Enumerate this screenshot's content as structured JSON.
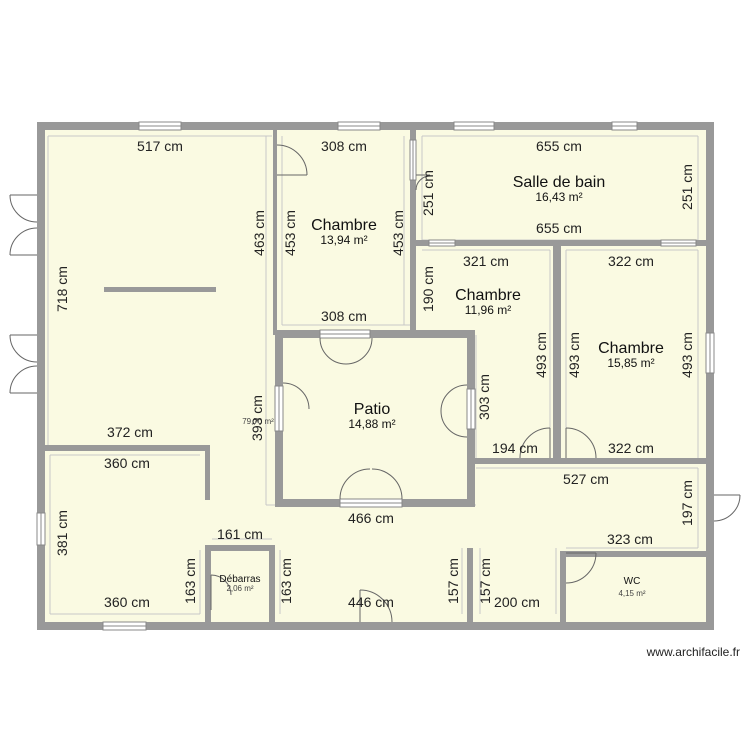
{
  "rooms": {
    "main": {
      "area": "79,70 m²"
    },
    "chambre1": {
      "name": "Chambre",
      "area": "13,94 m²"
    },
    "salle_de_bain": {
      "name": "Salle de bain",
      "area": "16,43 m²"
    },
    "chambre2": {
      "name": "Chambre",
      "area": "11,96 m²"
    },
    "chambre3": {
      "name": "Chambre",
      "area": "15,85 m²"
    },
    "patio": {
      "name": "Patio",
      "area": "14,88 m²"
    },
    "debarras": {
      "name": "Débarras",
      "area": "2,06 m²"
    },
    "wc": {
      "name": "WC",
      "area": "4,15 m²"
    }
  },
  "dims": {
    "d517": "517 cm",
    "d308a": "308 cm",
    "d655a": "655 cm",
    "d251a": "251 cm",
    "d251b": "251 cm",
    "d655b": "655 cm",
    "d463": "463 cm",
    "d453a": "453 cm",
    "d453b": "453 cm",
    "d718": "718 cm",
    "d321": "321 cm",
    "d322a": "322 cm",
    "d190": "190 cm",
    "d308b": "308 cm",
    "d493a": "493 cm",
    "d493b": "493 cm",
    "d493c": "493 cm",
    "d303": "303 cm",
    "d393": "393 cm",
    "d372": "372 cm",
    "d360a": "360 cm",
    "d194": "194 cm",
    "d322b": "322 cm",
    "d527": "527 cm",
    "d466": "466 cm",
    "d197": "197 cm",
    "d381": "381 cm",
    "d161": "161 cm",
    "d323": "323 cm",
    "d163a": "163 cm",
    "d163b": "163 cm",
    "d157a": "157 cm",
    "d157b": "157 cm",
    "d360b": "360 cm",
    "d446": "446 cm",
    "d200": "200 cm"
  },
  "watermark": "www.archifacile.fr",
  "colors": {
    "floor": "#fafae2",
    "wall": "#999999",
    "dimline": "#c8c8c8",
    "text": "#222222"
  }
}
